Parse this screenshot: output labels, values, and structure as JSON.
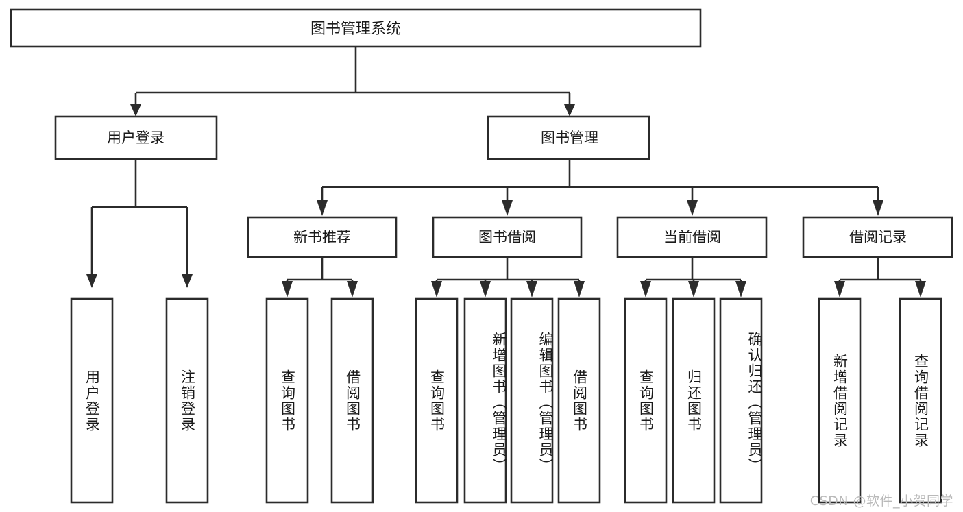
{
  "diagram": {
    "type": "tree",
    "title": "图书管理系统",
    "watermark": "CSDN @软件_小贺同学",
    "colors": {
      "background": "#ffffff",
      "stroke": "#2b2b2b",
      "text": "#1a1a1a",
      "watermark": "#b9b9b9"
    },
    "levels": {
      "level0": "系统",
      "level1": "模块",
      "level2": "子模块",
      "level3": "功能"
    },
    "nodes": {
      "root": {
        "label": "图书管理系统",
        "orientation": "horizontal"
      },
      "l1": [
        {
          "label": "用户登录",
          "orientation": "horizontal"
        },
        {
          "label": "图书管理",
          "orientation": "horizontal"
        }
      ],
      "l2": [
        {
          "label": "新书推荐",
          "orientation": "horizontal"
        },
        {
          "label": "图书借阅",
          "orientation": "horizontal"
        },
        {
          "label": "当前借阅",
          "orientation": "horizontal"
        },
        {
          "label": "借阅记录",
          "orientation": "horizontal"
        }
      ],
      "leaves": [
        {
          "label": "用户登录",
          "orientation": "vertical",
          "parent": "用户登录"
        },
        {
          "label": "注销登录",
          "orientation": "vertical",
          "parent": "用户登录"
        },
        {
          "label": "查询图书",
          "orientation": "vertical",
          "parent": "新书推荐"
        },
        {
          "label": "借阅图书",
          "orientation": "vertical",
          "parent": "新书推荐"
        },
        {
          "label": "查询图书",
          "orientation": "vertical",
          "parent": "图书借阅"
        },
        {
          "label": "新增图书（管理员）",
          "orientation": "vertical",
          "parent": "图书借阅"
        },
        {
          "label": "编辑图书（管理员）",
          "orientation": "vertical",
          "parent": "图书借阅"
        },
        {
          "label": "借阅图书",
          "orientation": "vertical",
          "parent": "图书借阅"
        },
        {
          "label": "查询图书",
          "orientation": "vertical",
          "parent": "当前借阅"
        },
        {
          "label": "归还图书",
          "orientation": "vertical",
          "parent": "当前借阅"
        },
        {
          "label": "确认归还（管理员）",
          "orientation": "vertical",
          "parent": "当前借阅"
        },
        {
          "label": "新增借阅记录",
          "orientation": "vertical",
          "parent": "借阅记录"
        },
        {
          "label": "查询借阅记录",
          "orientation": "vertical",
          "parent": "借阅记录"
        }
      ]
    }
  }
}
